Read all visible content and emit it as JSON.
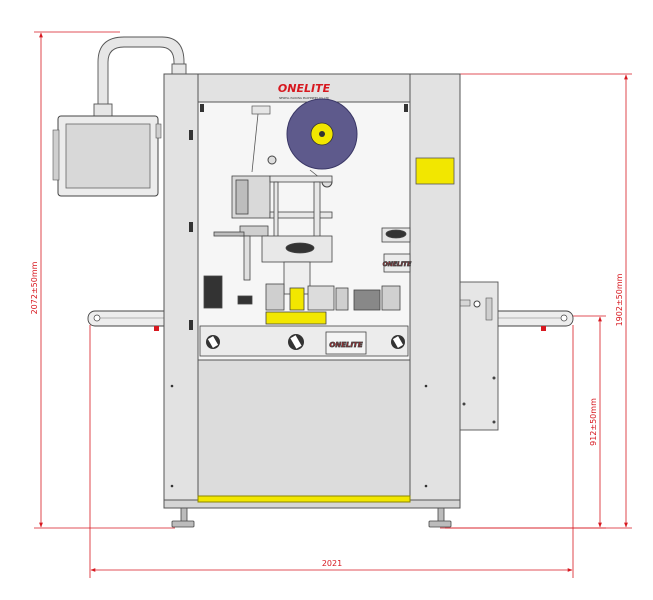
{
  "colors": {
    "dimension": "#d71920",
    "frame": "#e2e2e2",
    "frame_edge": "#555555",
    "label_roll": "#5e5a8c",
    "safety_yellow": "#f2e700",
    "screen": "#d8d8d8"
  },
  "brand": {
    "name": "ONELITE",
    "tagline": "NEWELL PACKING MACHINERY CO.,LTD"
  },
  "dimensions": {
    "overall_height": "2072±50mm",
    "frame_height": "1902±50mm",
    "conveyor_height": "912±50mm",
    "overall_width": "2021"
  },
  "icons": {
    "screen": "touch-screen-icon",
    "roll": "label-roll-icon",
    "knob": "adjust-knob-icon"
  }
}
